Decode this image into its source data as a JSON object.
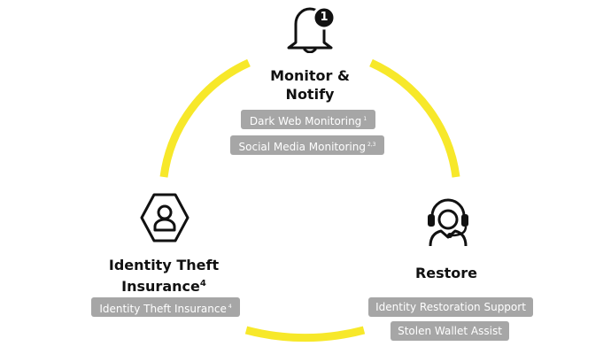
{
  "colors": {
    "ring": "#f7e82a",
    "pill_bg": "#a6a6a6",
    "icon": "#111111"
  },
  "monitor": {
    "icon": "bell-icon",
    "badge": "1",
    "title_line1": "Monitor &",
    "title_line2": "Notify",
    "features": [
      {
        "label": "Dark Web Monitoring",
        "note": "1"
      },
      {
        "label": "Social Media Monitoring",
        "note": "2,3"
      }
    ]
  },
  "insurance": {
    "icon": "user-shield-icon",
    "title_line1": "Identity Theft",
    "title_line2": "Insurance",
    "title_note": "4",
    "features": [
      {
        "label": "Identity Theft Insurance",
        "note": "4"
      }
    ]
  },
  "restore": {
    "icon": "headset-agent-icon",
    "title": "Restore",
    "features": [
      {
        "label": "Identity Restoration Support"
      },
      {
        "label": "Stolen Wallet Assist"
      }
    ]
  }
}
